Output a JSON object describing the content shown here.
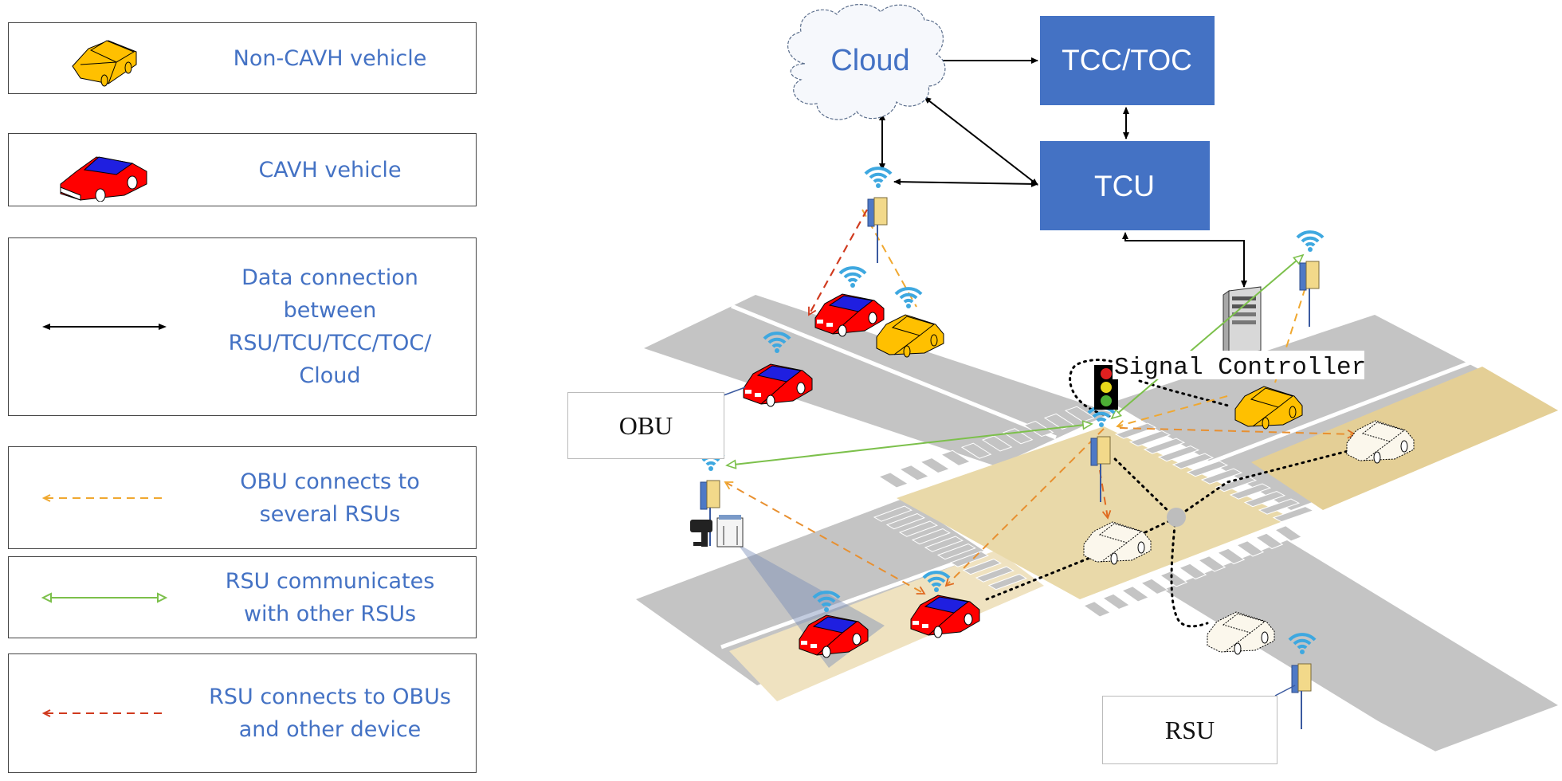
{
  "legend": [
    {
      "label": "Non-CAVH vehicle",
      "icon": "yellow-car-icon"
    },
    {
      "label": "CAVH vehicle",
      "icon": "red-car-icon"
    },
    {
      "label": "Data connection\nbetween\nRSU/TCU/TCC/TOC/\nCloud",
      "icon": "black-double-arrow-icon"
    },
    {
      "label": "OBU connects to\nseveral RSUs",
      "icon": "orange-dashed-arrow-icon"
    },
    {
      "label": "RSU communicates\nwith other RSUs",
      "icon": "green-double-arrow-icon"
    },
    {
      "label": "RSU connects to OBUs\nand other device",
      "icon": "red-dashed-arrow-icon"
    }
  ],
  "nodes": {
    "cloud": "Cloud",
    "tcc_toc": "TCC/TOC",
    "tcu": "TCU",
    "signal_controller": "Signal Controller",
    "obu": "OBU",
    "rsu": "RSU"
  },
  "colors": {
    "legend_text": "#4472C4",
    "box_fill": "#4472C4",
    "data_link": "#000000",
    "obu_link": "#F0A830",
    "rsu_rsu_link": "#7CC04B",
    "rsu_obu_link": "#D03A1E",
    "road": "#C4C4C4",
    "zone": "#E9D9A9",
    "cavh_red": "#FF0000",
    "cavh_blue": "#1F1FE0",
    "non_cavh_yellow": "#FFC000",
    "wifi": "#3EA8E0"
  }
}
